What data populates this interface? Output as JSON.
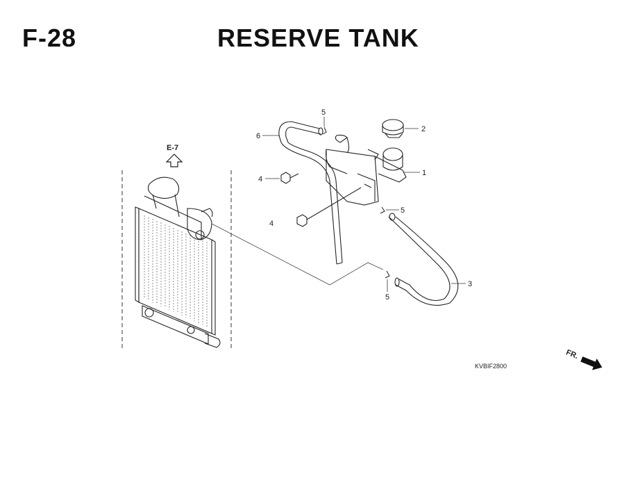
{
  "header": {
    "page_code": "F-28",
    "title": "RESERVE TANK"
  },
  "reference": {
    "section_link": "E-7",
    "diagram_code": "KVBIF2800",
    "front_label": "FR."
  },
  "callouts": [
    {
      "id": "1",
      "label": "1"
    },
    {
      "id": "2",
      "label": "2"
    },
    {
      "id": "3",
      "label": "3"
    },
    {
      "id": "4a",
      "label": "4"
    },
    {
      "id": "4b",
      "label": "4"
    },
    {
      "id": "5a",
      "label": "5"
    },
    {
      "id": "5b",
      "label": "5"
    },
    {
      "id": "5c",
      "label": "5"
    },
    {
      "id": "6",
      "label": "6"
    }
  ]
}
